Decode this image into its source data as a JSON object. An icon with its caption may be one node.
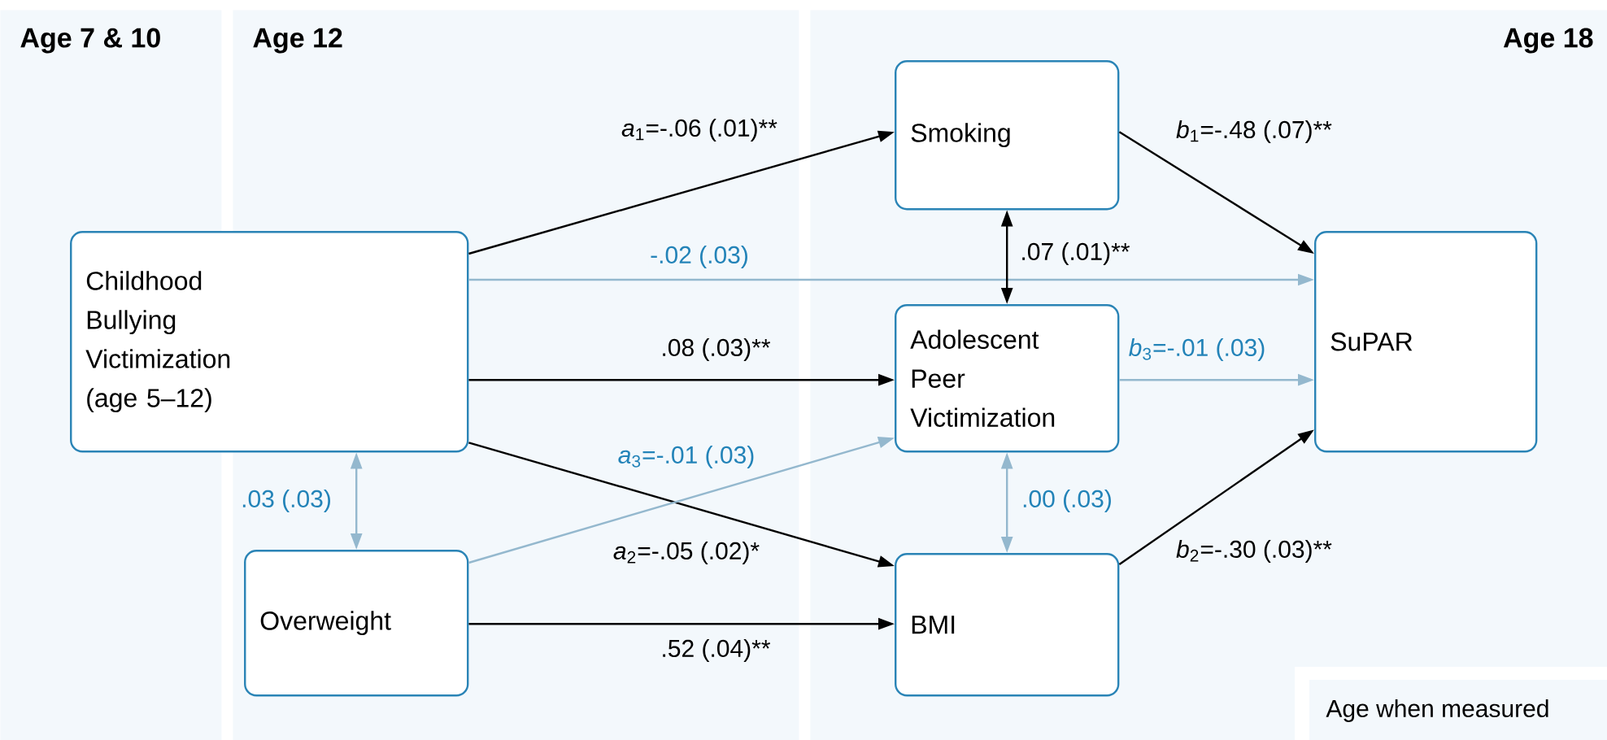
{
  "diagram": {
    "nodes": [
      {
        "text": [
          "Age 7 & 10"
        ]
      },
      {
        "text": [
          "Age 12"
        ]
      },
      {
        "text": [
          "Age 18"
        ]
      },
      {
        "text": [
          "Childhood Bullying Victimization (age 5–12)"
        ]
      },
      {
        "text": [
          "Overweight"
        ],
        "in": 1
      },
      {
        "text": [
          "Smoking"
        ],
        "in": 2
      },
      {
        "text": [
          "Adolescent Peer Victimization"
        ],
        "in": 2
      },
      {
        "text": [
          "BMI"
        ],
        "in": 2
      },
      {
        "text": [
          "SuPAR"
        ],
        "in": 2
      }
    ],
    "edges": [
      {
        "from": 3,
        "to": 5,
        "arrow": "to",
        "label": "*a*$_{1}$=-.06 (.01)**"
      },
      {
        "from": 3,
        "to": 8,
        "arrow": "to",
        "label": "-.02 (.03)",
        "color": "#94b8ce"
      },
      {
        "from": 3,
        "to": 6,
        "arrow": "to",
        "label": ".08 (.03)**"
      },
      {
        "from": 3,
        "to": 7,
        "arrow": "to",
        "label": "*a*$_{2}$=-.05 (.02)*"
      },
      {
        "from": 4,
        "to": 6,
        "arrow": "to",
        "label": "*a*$_{3}$=-.01 (.03)",
        "color": "#94b8ce"
      },
      {
        "from": 4,
        "to": 7,
        "arrow": "to",
        "label": ".52 (.04)**"
      },
      {
        "from": 3,
        "to": 4,
        "arrow": "both",
        "label": ".03 (.03)",
        "color": "#94b8ce"
      },
      {
        "from": 5,
        "to": 6,
        "arrow": "both",
        "label": ".07 (.01)**"
      },
      {
        "from": 6,
        "to": 7,
        "arrow": "both",
        "label": ".00 (.03)",
        "color": "#94b8ce"
      },
      {
        "from": 5,
        "to": 8,
        "arrow": "to",
        "label": "*b*$_{1}$=-.48 (.07)**"
      },
      {
        "from": 6,
        "to": 8,
        "arrow": "to",
        "label": "*b*$_{3}$=-.01 (.03)",
        "color": "#94b8ce"
      },
      {
        "from": 7,
        "to": 8,
        "arrow": "to",
        "label": "*b*$_{2}$=-.30 (.03)**"
      }
    ],
    "legend": [
      {
        "text": "Age when measured",
        "color": "#f3f8fc"
      }
    ]
  }
}
